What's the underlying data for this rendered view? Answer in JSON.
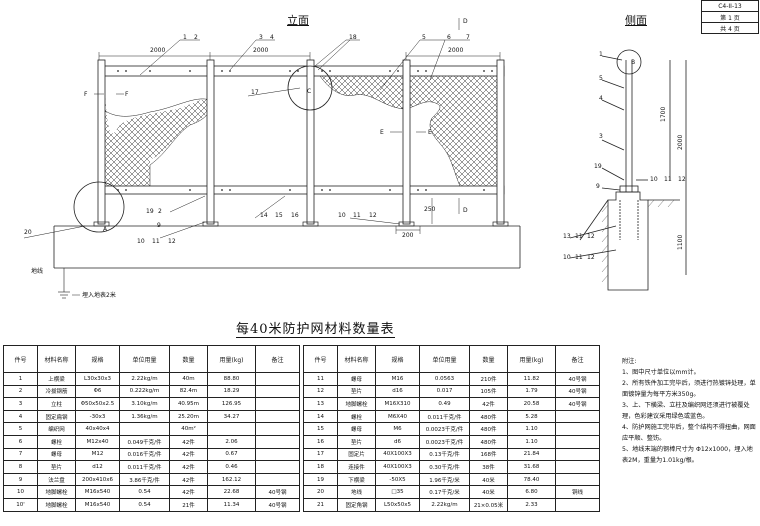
{
  "sheet": {
    "code": "C4-II-13",
    "page": "第 1 页",
    "total": "共 4 页"
  },
  "titles": {
    "front": "立面",
    "side": "侧面",
    "table": "每40米防护网材料数量表"
  },
  "front_labels": {
    "dim_left": "2000",
    "dim_mid": "2000",
    "dim_right": "2000",
    "callouts_top": [
      "1",
      "2",
      "3",
      "4",
      "18",
      "5",
      "6",
      "7"
    ],
    "section_d_top": "D",
    "section_d_bottom": "D",
    "f_left": "F",
    "f_right": "F",
    "e_left": "E",
    "e_right": "E",
    "detail_a": "A",
    "detail_c": "C",
    "n17": "17",
    "bottom_callouts": [
      "19",
      "2",
      "9",
      "10",
      "11",
      "12",
      "14",
      "15",
      "16",
      "10",
      "11",
      "12"
    ],
    "dim_200": "200",
    "dim_250": "250",
    "n20": "20",
    "ground": "地线",
    "bury": "埋入地表2米"
  },
  "side_labels": {
    "b": "B",
    "callouts": [
      "1",
      "5",
      "4",
      "3",
      "19",
      "10",
      "11",
      "12",
      "9",
      "13",
      "11",
      "12",
      "10",
      "11",
      "12"
    ],
    "dim_1700": "1700",
    "dim_2000": "2000",
    "dim_1100": "1100"
  },
  "table": {
    "headers": [
      "件号",
      "材料名称",
      "规格",
      "单位用量",
      "数量",
      "用量(kg)",
      "备注"
    ],
    "left_rows": [
      [
        "1",
        "上横梁",
        "L30x30x3",
        "2.22kg/m",
        "40m",
        "88.80",
        ""
      ],
      [
        "2",
        "冷拔钢筋",
        "Φ6",
        "0.222kg/m",
        "82.4m",
        "18.29",
        ""
      ],
      [
        "3",
        "立柱",
        "Φ50x50x2.5",
        "3.10kg/m",
        "40.95m",
        "126.95",
        ""
      ],
      [
        "4",
        "固定扁钢",
        "-30x3",
        "1.36kg/m",
        "25.20m",
        "34.27",
        ""
      ],
      [
        "5",
        "编织网",
        "40x40x4",
        "",
        "40m²",
        "",
        ""
      ],
      [
        "6",
        "螺栓",
        "M12x40",
        "0.049千克/件",
        "42件",
        "2.06",
        ""
      ],
      [
        "7",
        "螺母",
        "M12",
        "0.016千克/件",
        "42件",
        "0.67",
        ""
      ],
      [
        "8",
        "垫片",
        "d12",
        "0.011千克/件",
        "42件",
        "0.46",
        ""
      ],
      [
        "9",
        "法兰盘",
        "200x410x6",
        "3.86千克/件",
        "42件",
        "162.12",
        ""
      ],
      [
        "10",
        "地脚螺栓",
        "M16x540",
        "0.54",
        "42件",
        "22.68",
        "40号钢"
      ],
      [
        "10'",
        "地脚螺栓",
        "M16x540",
        "0.54",
        "21件",
        "11.34",
        "40号钢"
      ]
    ],
    "right_rows": [
      [
        "11",
        "螺母",
        "M16",
        "0.0563",
        "210件",
        "11.82",
        "40号钢"
      ],
      [
        "12",
        "垫片",
        "d16",
        "0.017",
        "105件",
        "1.79",
        "40号钢"
      ],
      [
        "13",
        "地脚螺栓",
        "M16X310",
        "0.49",
        "42件",
        "20.58",
        "40号钢"
      ],
      [
        "14",
        "螺栓",
        "M6X40",
        "0.011千克/件",
        "480件",
        "5.28",
        ""
      ],
      [
        "15",
        "螺母",
        "M6",
        "0.0023千克/件",
        "480件",
        "1.10",
        ""
      ],
      [
        "16",
        "垫片",
        "d6",
        "0.0023千克/件",
        "480件",
        "1.10",
        ""
      ],
      [
        "17",
        "固定片",
        "40X100X3",
        "0.13千克/件",
        "168件",
        "21.84",
        ""
      ],
      [
        "18",
        "连接件",
        "40X100X3",
        "0.30千克/件",
        "38件",
        "31.68",
        ""
      ],
      [
        "19",
        "下横梁",
        "-50X5",
        "1.96千克/米",
        "40米",
        "78.40",
        ""
      ],
      [
        "20",
        "地线",
        "□35",
        "0.17千克/米",
        "40米",
        "6.80",
        "铜线"
      ],
      [
        "21",
        "固定角钢",
        "L50x50x5",
        "2.22kg/m",
        "21×0.05米",
        "2.33",
        ""
      ]
    ]
  },
  "notes": {
    "title": "附注:",
    "items": [
      "1、图中尺寸单位以mm计。",
      "2、所有铁件加工完毕后，须进行热镀锌处理，单面镀锌量为每平方米350g。",
      "3、上、下横梁、立柱及编织网还须进行被覆处理，色彩建议采用绿色或蓝色。",
      "4、防护网施工完毕后，整个结构不得扭曲，网面应平顺、整饬。",
      "5、地线末端的钢棒尺寸为 Φ12x1000，埋入地表2M，重量为1.01kg/根。"
    ]
  }
}
